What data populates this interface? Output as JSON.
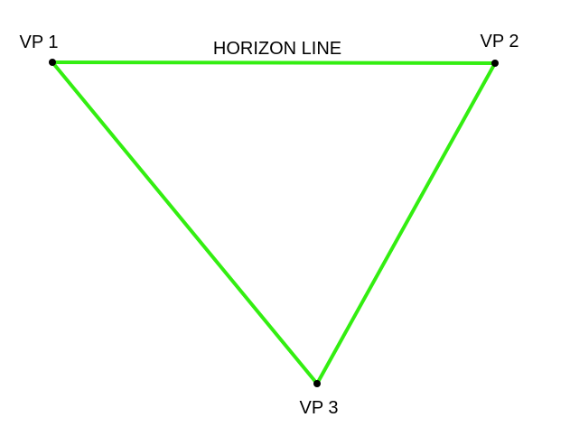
{
  "diagram": {
    "horizon_label": "HORIZON LINE",
    "vanishing_points": [
      {
        "label": "VP 1"
      },
      {
        "label": "VP 2"
      },
      {
        "label": "VP 3"
      }
    ]
  },
  "colors": {
    "line": "#33ee11",
    "point": "#000000",
    "text": "#000000",
    "background": "#ffffff"
  }
}
